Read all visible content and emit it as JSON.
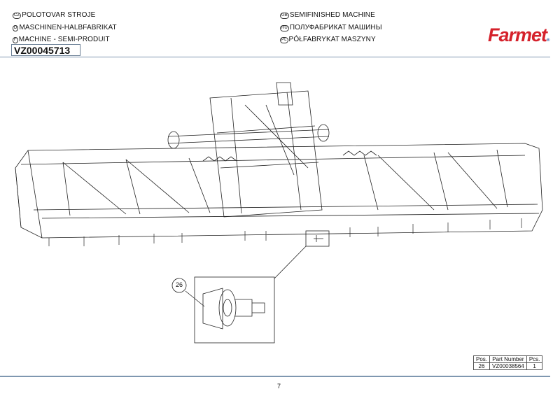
{
  "header": {
    "languages": [
      {
        "flag": "CZ",
        "text": "POLOTOVAR STROJE"
      },
      {
        "flag": "D",
        "text": "MASCHINEN-HALBFABRIKAT"
      },
      {
        "flag": "F",
        "text": "MACHINE - SEMI-PRODUIT"
      },
      {
        "flag": "GB",
        "text": "SEMIFINISHED MACHINE"
      },
      {
        "flag": "RU",
        "text": "ПОЛУФАБРИКАТ МАШИНЫ"
      },
      {
        "flag": "PL",
        "text": "PÓŁFABRYKAT MASZYNY"
      }
    ],
    "code": "VZ00045713",
    "logo": "Farmet",
    "logo_mark": "®"
  },
  "drawing": {
    "callout": "26"
  },
  "parts_table": {
    "headers": [
      "Pos.",
      "Part Number",
      "Pcs."
    ],
    "rows": [
      [
        "26",
        "VZ00038564",
        "1"
      ]
    ]
  },
  "page_number": "7"
}
